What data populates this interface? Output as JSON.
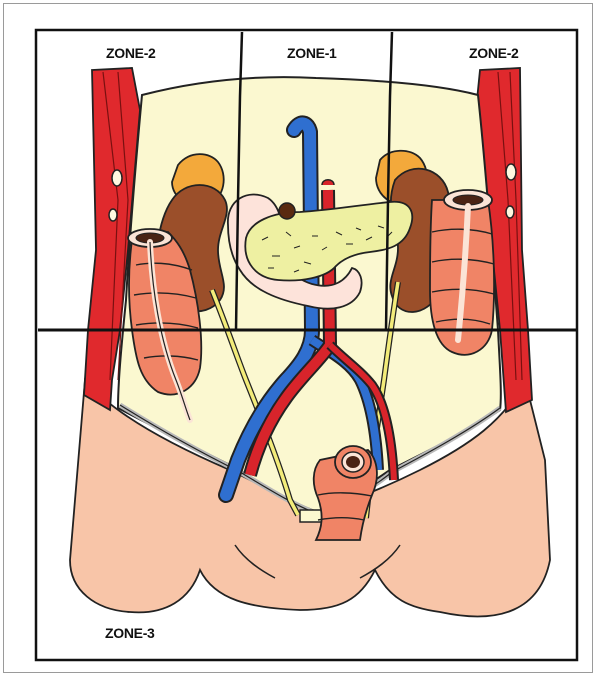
{
  "zones": {
    "top_left": "ZONE-2",
    "top_center": "ZONE-1",
    "top_right": "ZONE-2",
    "bottom": "ZONE-3"
  },
  "colors": {
    "peritoneum": "#fbf8d0",
    "skin": "#f8c5a8",
    "muscle": "#e0292d",
    "kidney": "#9b4f2a",
    "adrenal": "#f3a93b",
    "colon": "#f08466",
    "pancreas": "#eef0a2",
    "duodenum": "#fde3da",
    "vena_cava": "#2f6fd0",
    "aorta": "#d8242b",
    "ureter": "#f3ec7a",
    "grid_line": "#111111"
  }
}
